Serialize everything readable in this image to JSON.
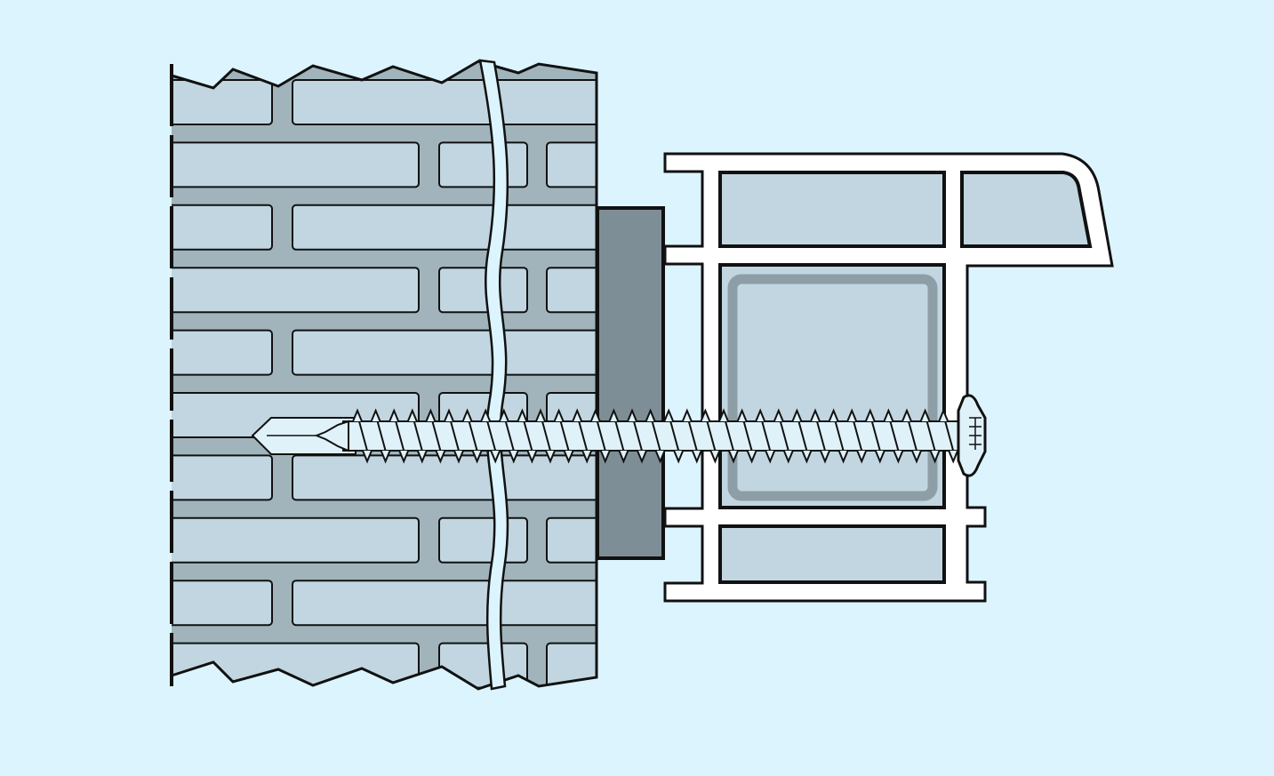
{
  "diagram": {
    "subject": "frame-screw-fixing-cross-section",
    "parts": [
      "masonry-wall",
      "packer",
      "upvc-frame-profile",
      "frame-screw"
    ],
    "colors": {
      "background": "#dcf4fe",
      "brick_face": "#c1d6e0",
      "mortar": "#a1b4bc",
      "packer": "#7e8e96",
      "profile": "#ffffff",
      "chamber": "#c1d6e0",
      "reinforcement": "#8e9ea6",
      "screw": "#dff2fa",
      "outline": "#111111"
    }
  }
}
